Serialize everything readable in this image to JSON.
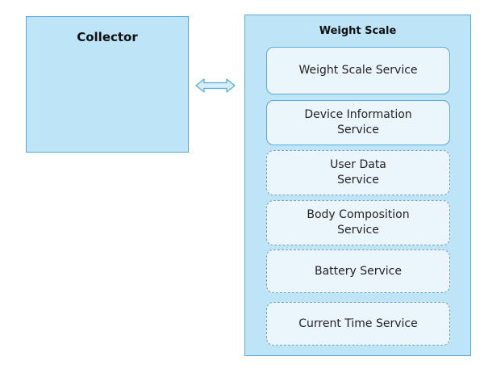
{
  "collector": {
    "title": "Collector"
  },
  "weight_scale": {
    "title": "Weight Scale",
    "services": [
      {
        "label": "Weight Scale Service",
        "required": true
      },
      {
        "label": "Device Information\nService",
        "required": true
      },
      {
        "label": "User Data\nService",
        "required": false
      },
      {
        "label": "Body Composition\nService",
        "required": false
      },
      {
        "label": "Battery Service",
        "required": false
      },
      {
        "label": "Current Time Service",
        "required": false
      }
    ]
  },
  "colors": {
    "box_fill": "#bde4f7",
    "box_border": "#5aa9d6",
    "service_fill": "#eaf6fc",
    "arrow_stroke": "#5aa9d6"
  }
}
